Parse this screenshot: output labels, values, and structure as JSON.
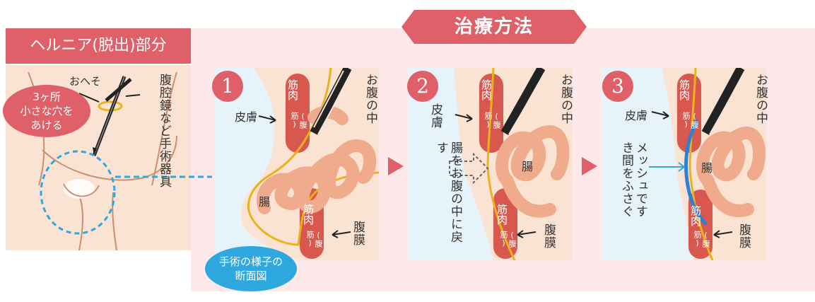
{
  "title": "治療方法",
  "hernia_label": "ヘルニア(脱出)部分",
  "badge_lines": [
    "3ヶ所",
    "小さな穴を",
    "あける"
  ],
  "navel_label": "おへそ",
  "instrument_label": "腹腔鏡など手術器具",
  "section_note_lines": [
    "手術の様子の",
    "断面図"
  ],
  "panels": [
    {
      "number": "1",
      "skin": "皮膚",
      "muscle": "筋肉",
      "muscle_sub": "(腹筋)",
      "inside": "お腹の中",
      "intestine": "腸",
      "peritoneum": "腹膜",
      "muscle2": "筋肉",
      "muscle2_sub": "(腹筋)"
    },
    {
      "number": "2",
      "skin": "皮膚",
      "muscle": "筋肉",
      "muscle_sub": "(腹筋)",
      "inside": "お腹の中",
      "intestine": "腸",
      "peritoneum": "腹膜",
      "muscle2": "筋肉",
      "muscle2_sub": "(腹筋)",
      "note": "腸をお腹の中に戻す"
    },
    {
      "number": "3",
      "skin": "皮膚",
      "muscle": "筋肉",
      "muscle_sub": "(腹筋)",
      "inside": "お腹の中",
      "intestine": "腸",
      "peritoneum": "腹膜",
      "muscle2": "筋肉",
      "muscle2_sub": "(腹筋)",
      "note": "メッシュですき間をふさぐ"
    }
  ],
  "colors": {
    "accent": "#e0606a",
    "blue": "#2ea8df",
    "skin": "#fbe3d3",
    "pink_bg": "#fde9ea",
    "muscle": "#d9584e",
    "intestine": "#efab8b",
    "peritoneum": "#e8b31d"
  }
}
